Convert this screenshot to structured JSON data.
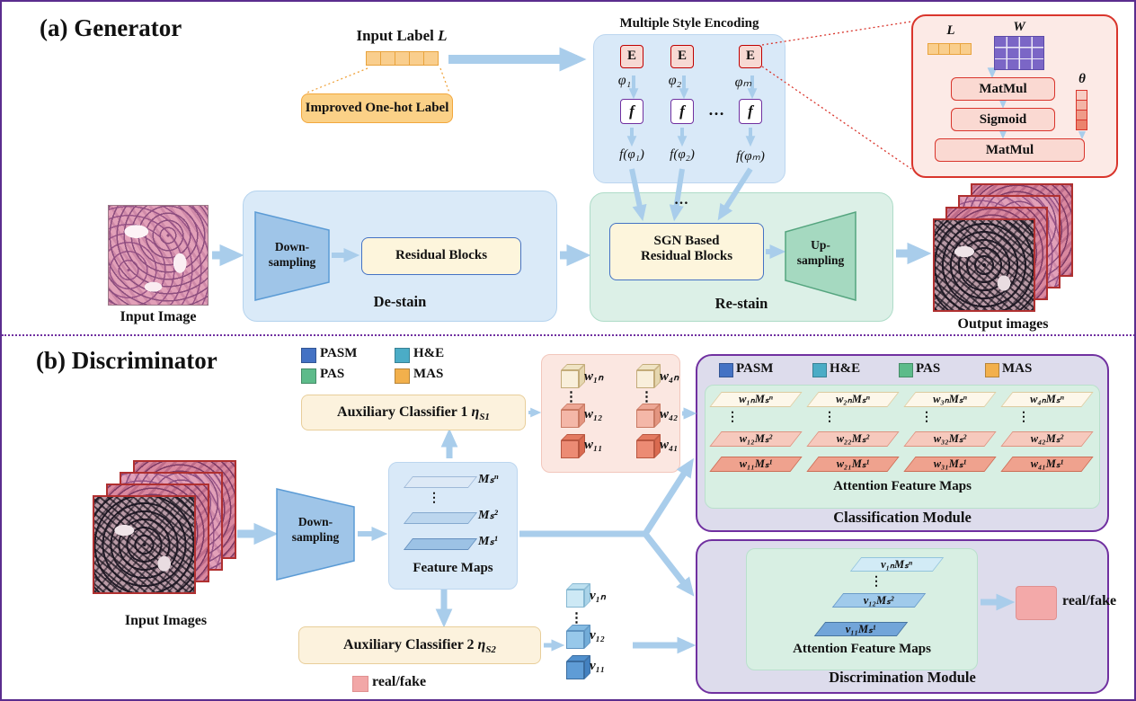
{
  "generator": {
    "title": "(a) Generator",
    "input_label": {
      "prefix": "Input Label ",
      "symbol": "L"
    },
    "onehot_label": "Improved One-hot Label",
    "encoding_title": "Multiple Style Encoding",
    "columns": [
      {
        "e": "E",
        "phi": "φ₁",
        "f": "f",
        "out": "f(φ₁)"
      },
      {
        "e": "E",
        "phi": "φ₂",
        "f": "f",
        "out": "f(φ₂)"
      },
      {
        "e": "E",
        "phi": "φₘ",
        "f": "f",
        "out": "f(φₘ)"
      }
    ],
    "dots_mid": "…",
    "dots_restain": "…",
    "detail": {
      "l": "L",
      "w": "W",
      "theta": "θ",
      "matmul1": "MatMul",
      "sigmoid": "Sigmoid",
      "matmul2": "MatMul"
    },
    "input_image_label": "Input Image",
    "down1": "Down-",
    "down2": "sampling",
    "residual_blocks": "Residual Blocks",
    "destain_label": "De-stain",
    "sgn1": "SGN Based",
    "sgn2": "Residual Blocks",
    "up1": "Up-",
    "up2": "sampling",
    "restain_label": "Re-stain",
    "output_images_label": "Output images"
  },
  "discriminator": {
    "title": "(b) Discriminator",
    "legend": [
      {
        "label": "PASM",
        "color": "#4472C4"
      },
      {
        "label": "H&E",
        "color": "#4BACC6"
      },
      {
        "label": "PAS",
        "color": "#5DBB8A"
      },
      {
        "label": "MAS",
        "color": "#F2B04C"
      }
    ],
    "aux1": {
      "text": "Auxiliary Classifier 1 ",
      "eta": "η",
      "sub": "S1"
    },
    "aux2": {
      "text": "Auxiliary Classifier 2 ",
      "eta": "η",
      "sub": "S2"
    },
    "weights": {
      "rows": [
        {
          "left": "w₁ₙ",
          "right": "w₄ₙ"
        },
        {
          "left": "w₁₂",
          "right": "w₄₂"
        },
        {
          "left": "w₁₁",
          "right": "w₄₁"
        }
      ],
      "dots": "⋮"
    },
    "input_images_label": "Input Images",
    "down1": "Down-",
    "down2": "sampling",
    "feature_maps": {
      "m_n": "Mₛⁿ",
      "m_2": "Mₛ²",
      "m_1": "Mₛ¹",
      "dots": "⋮",
      "label": "Feature Maps"
    },
    "v_stack": {
      "v_n": "v₁ₙ",
      "v_2": "v₁₂",
      "v_1": "v₁₁",
      "dots": "⋮"
    },
    "real_fake_legend": "real/fake",
    "classification": {
      "legend": [
        {
          "label": "PASM",
          "color": "#4472C4"
        },
        {
          "label": "H&E",
          "color": "#4BACC6"
        },
        {
          "label": "PAS",
          "color": "#5DBB8A"
        },
        {
          "label": "MAS",
          "color": "#F2B04C"
        }
      ],
      "cols": [
        {
          "top": "w₁ₙMₛⁿ",
          "mid": "w₁₂Mₛ²",
          "bot": "w₁₁Mₛ¹"
        },
        {
          "top": "w₂ₙMₛⁿ",
          "mid": "w₂₂Mₛ²",
          "bot": "w₂₁Mₛ¹"
        },
        {
          "top": "w₃ₙMₛⁿ",
          "mid": "w₃₂Mₛ²",
          "bot": "w₃₁Mₛ¹"
        },
        {
          "top": "w₄ₙMₛⁿ",
          "mid": "w₄₂Mₛ²",
          "bot": "w₄₁Mₛ¹"
        }
      ],
      "dots": "⋮",
      "attention_label": "Attention Feature Maps",
      "module_label": "Classification Module"
    },
    "discrimination": {
      "rows": [
        {
          "label": "v₁ₙMₛⁿ"
        },
        {
          "label": "v₁₂Mₛ²"
        },
        {
          "label": "v₁₁Mₛ¹"
        }
      ],
      "dots": "⋮",
      "attention_label": "Attention Feature Maps",
      "real_fake": "real/fake",
      "module_label": "Discrimination Module"
    }
  }
}
